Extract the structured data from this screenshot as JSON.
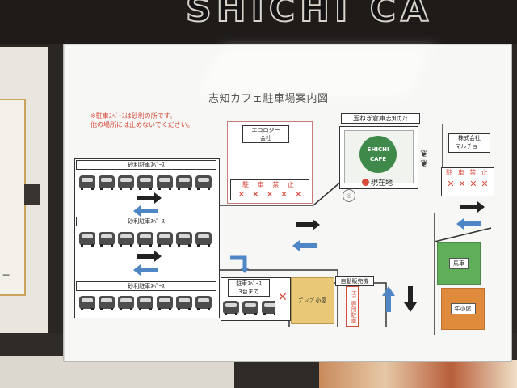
{
  "sign_text": "SHICHI CA",
  "left_paper_text": "エ",
  "map": {
    "title": "志知カフェ駐車場案内図",
    "note_line1": "※駐車ｽﾍﾟｰｽは砂利の所です。",
    "note_line2": "他の場所には止めないでください。",
    "eco_company": "エコロジー\n会社",
    "no_parking": "駐 車 禁 止",
    "no_parking_right": "駐 車 禁 止",
    "cafe_name": "玉ねぎ倉庫志知ｶﾌｪ",
    "cafe_logo_top": "SHICHI",
    "cafe_logo_bottom": "CAFE",
    "current_location": "現在地",
    "company_maruchyo": "株式会社\nマルチョー",
    "gravel_lot_1": "砂利駐車ｽﾍﾟｰｽ",
    "gravel_lot_2": "砂利駐車ｽﾍﾟｰｽ",
    "gravel_lot_3": "砂利駐車ｽﾍﾟｰｽ",
    "parking_3": "駐車ｽﾍﾟｰｽ\n3台まで",
    "vending": "自動販売機",
    "toilet": "ﾄｲﾚ 専用駐車",
    "prefab_shed": "ﾌﾟﾚﾊﾌﾞ小屋",
    "horse_barn": "馬車",
    "cow_shed": "牛小屋",
    "colors": {
      "red": "#d64a3b",
      "blue_arrow": "#4f86c6",
      "green_building": "#5fae5a",
      "orange_building": "#e08a3c",
      "yellow_shed": "#e9c978"
    }
  }
}
